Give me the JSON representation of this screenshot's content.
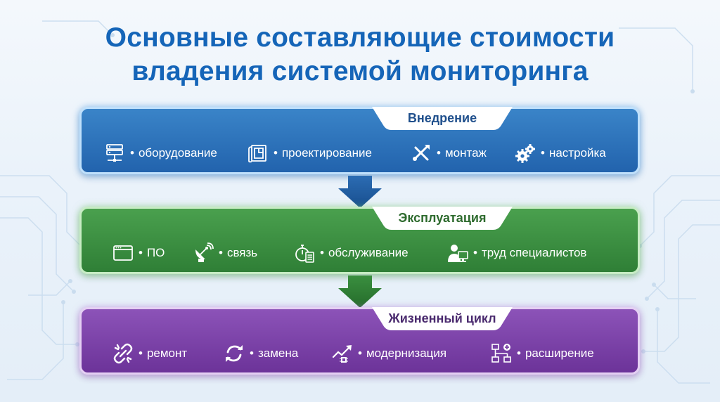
{
  "title": {
    "line1": "Основные составляющие стоимости",
    "line2": "владения системой мониторинга"
  },
  "colors": {
    "title": "#1565b8",
    "implementation": "#2a6db5",
    "operation": "#3c8f42",
    "lifecycle": "#7b43a8"
  },
  "sections": [
    {
      "label": "Внедрение",
      "items": [
        {
          "icon": "server-icon",
          "text": "оборудование"
        },
        {
          "icon": "blueprint-icon",
          "text": "проектирование"
        },
        {
          "icon": "tools-icon",
          "text": "монтаж"
        },
        {
          "icon": "gears-icon",
          "text": "настройка"
        }
      ]
    },
    {
      "label": "Эксплуатация",
      "items": [
        {
          "icon": "window-icon",
          "text": "ПО"
        },
        {
          "icon": "satellite-dish-icon",
          "text": "связь"
        },
        {
          "icon": "stopwatch-checklist-icon",
          "text": "обслуживание"
        },
        {
          "icon": "specialist-computer-icon",
          "text": "труд специалистов"
        }
      ]
    },
    {
      "label": "Жизненный цикл",
      "items": [
        {
          "icon": "broken-link-icon",
          "text": "ремонт"
        },
        {
          "icon": "refresh-icon",
          "text": "замена"
        },
        {
          "icon": "growth-chip-icon",
          "text": "модернизация"
        },
        {
          "icon": "network-add-icon",
          "text": "расширение"
        }
      ]
    }
  ],
  "bullet": "•"
}
